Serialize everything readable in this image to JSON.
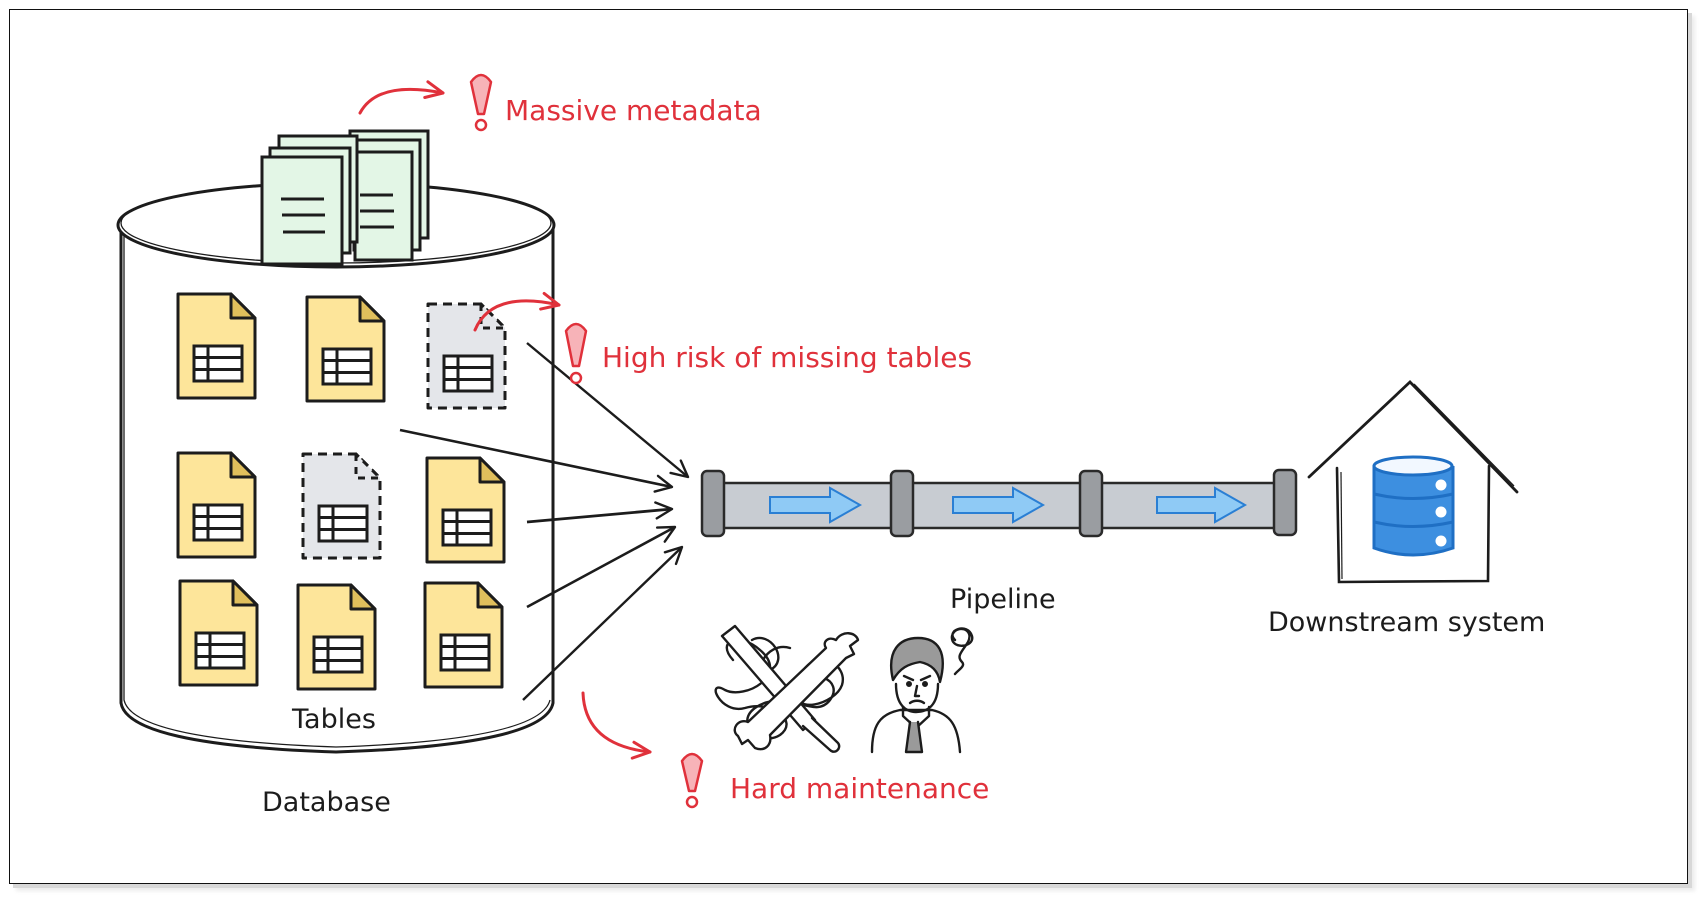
{
  "diagram": {
    "colors": {
      "ink": "#1c1c1c",
      "warning_red": "#e0313b",
      "warning_fill": "#f7b3b8",
      "table_file_fill": "#fde59a",
      "table_file_fold": "#e0bf5c",
      "missing_file_fill": "#e4e6ea",
      "metadata_doc_fill": "#e3f6e6",
      "pipe_body": "#c8ccd2",
      "pipe_connector": "#9a9da1",
      "flow_arrow_fill": "#8fcaf5",
      "flow_arrow_stroke": "#2a7fd4",
      "db_icon_fill": "#3d8fe0",
      "db_icon_stroke": "#1f6fc4"
    },
    "database": {
      "label": "Database",
      "tables_label": "Tables",
      "metadata_docs": 6,
      "table_grid": [
        [
          "present",
          "present",
          "missing"
        ],
        [
          "present",
          "missing",
          "present"
        ],
        [
          "present",
          "present",
          "present"
        ]
      ]
    },
    "pipeline": {
      "label": "Pipeline",
      "segments": 3,
      "incoming_arrows": 5
    },
    "downstream": {
      "label": "Downstream system",
      "icon": "database-server-icon"
    },
    "warnings": [
      {
        "id": "metadata",
        "icon": "exclamation-icon",
        "text": "Massive metadata"
      },
      {
        "id": "missing",
        "icon": "exclamation-icon",
        "text": "High risk of missing tables"
      },
      {
        "id": "maintenance",
        "icon": "exclamation-icon",
        "text": "Hard maintenance"
      }
    ],
    "maintenance_illustrations": [
      "tangled-tools-icon",
      "frustrated-person-icon"
    ]
  }
}
